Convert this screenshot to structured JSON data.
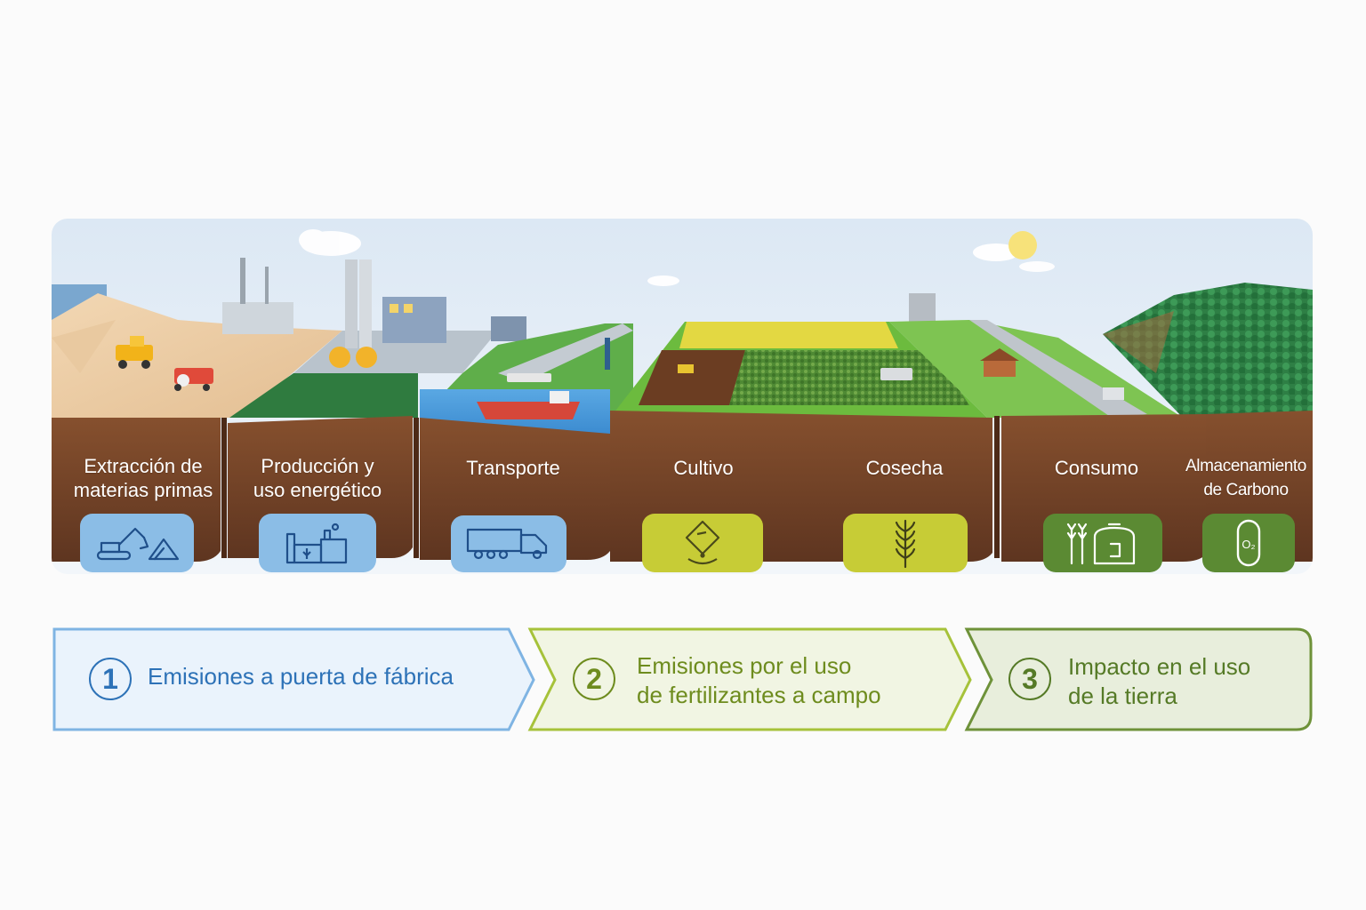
{
  "stages": [
    {
      "label_line1": "Extracción de",
      "label_line2": "materias primas",
      "icon": "excavator-icon"
    },
    {
      "label_line1": "Producción y",
      "label_line2": "uso energético",
      "icon": "factory-icon"
    },
    {
      "label_line1": "Transporte",
      "label_line2": "",
      "icon": "truck-icon"
    },
    {
      "label_line1": "Cultivo",
      "label_line2": "",
      "icon": "fertilizer-seed-icon"
    },
    {
      "label_line1": "Cosecha",
      "label_line2": "",
      "icon": "wheat-icon"
    },
    {
      "label_line1": "Consumo",
      "label_line2": "",
      "icon": "grain-silo-icon"
    },
    {
      "label_line1": "Almacenamiento",
      "label_line2": "de Carbono",
      "icon": "carbon-capsule-icon"
    }
  ],
  "steps": [
    {
      "number": "1",
      "line1": "Emisiones a puerta de fábrica",
      "line2": ""
    },
    {
      "number": "2",
      "line1": "Emisiones por el uso",
      "line2": "de fertilizantes a campo"
    },
    {
      "number": "3",
      "line1": "Impacto en el uso",
      "line2": "de la tierra"
    }
  ],
  "capsule_label": "O₂",
  "colors": {
    "soil": "#6e3f23",
    "soil_light": "#8a5533",
    "sky": "#e4eef7",
    "step1_stroke": "#7fb4e3",
    "step1_fill": "#eaf3fc",
    "step1_text": "#2d72b7",
    "step2_stroke": "#a6c23a",
    "step2_fill": "#f1f5e3",
    "step2_text": "#6e8c1e",
    "step3_stroke": "#6e9239",
    "step3_fill": "#e8eedc",
    "step3_text": "#557a26"
  }
}
